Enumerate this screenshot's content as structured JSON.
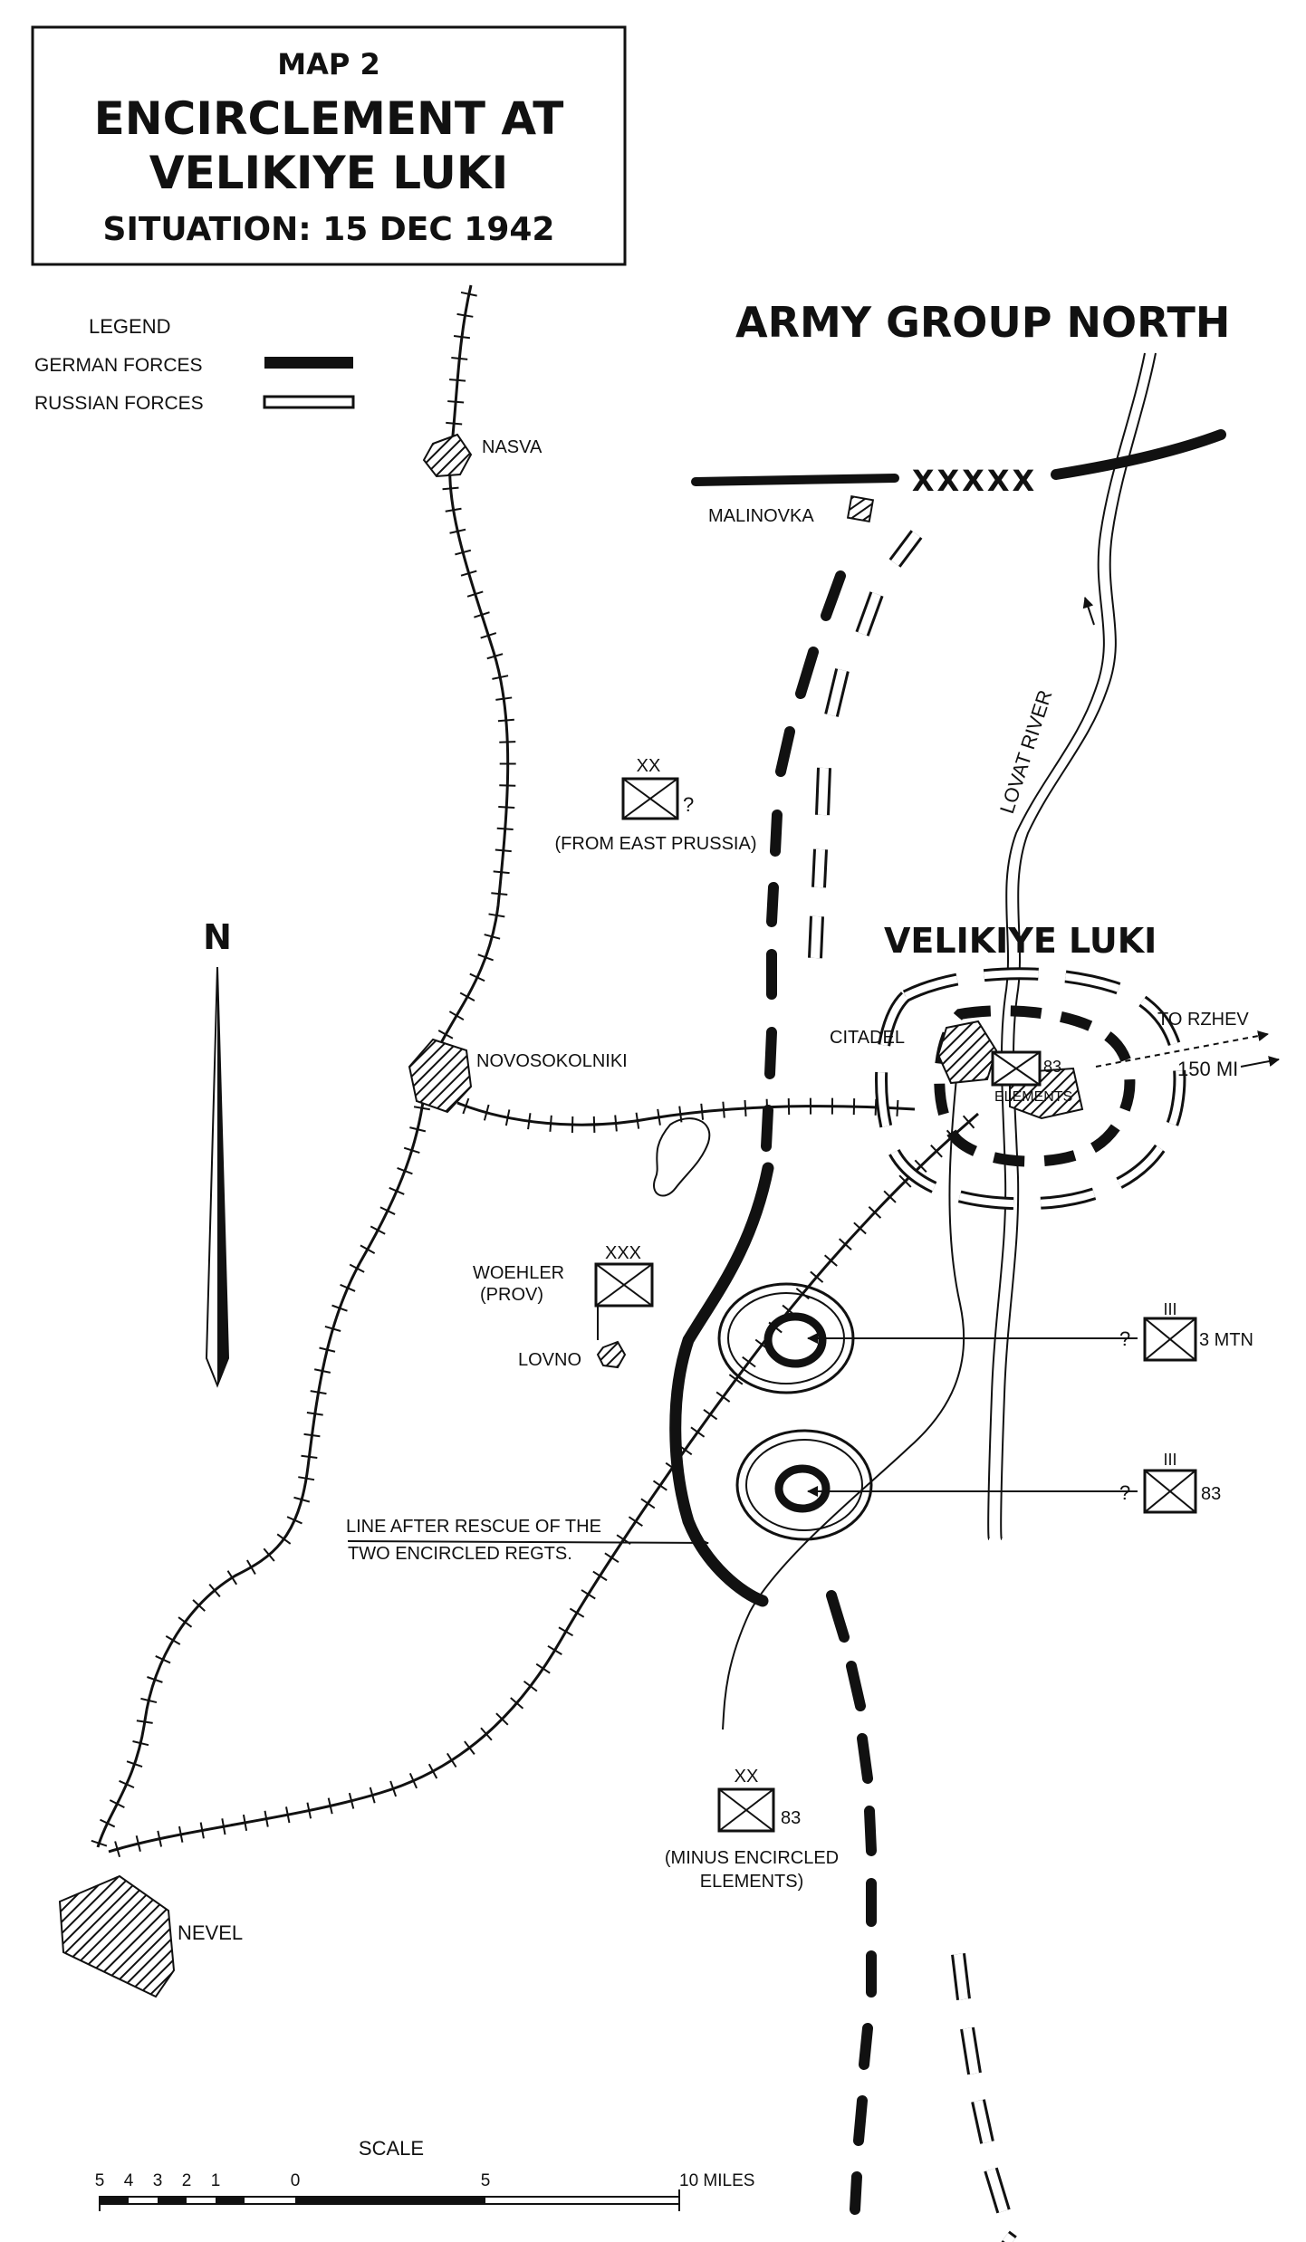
{
  "title": {
    "map_no": "MAP 2",
    "line1": "ENCIRCLEMENT AT",
    "line2": "VELIKIYE LUKI",
    "situation": "SITUATION: 15 DEC 1942"
  },
  "legend": {
    "heading": "LEGEND",
    "german": "GERMAN FORCES",
    "russian": "RUSSIAN FORCES"
  },
  "army_group": "ARMY GROUP NORTH",
  "boundary_symbol": "XXXXX",
  "places": {
    "nasva": "NASVA",
    "malinovka": "MALINOVKA",
    "novosokolniki": "NOVOSOKOLNIKI",
    "velikiye_luki": "VELIKIYE LUKI",
    "citadel": "CITADEL",
    "lovno": "LOVNO",
    "nevel": "NEVEL"
  },
  "river": "LOVAT RIVER",
  "to_rzhev": "TO RZHEV",
  "distance": "150 MI",
  "north": "N",
  "units": {
    "east_prussia_echelon": "XX",
    "east_prussia_q": "?",
    "east_prussia_note": "(FROM EAST PRUSSIA)",
    "woehler_echelon": "XXX",
    "woehler_name": "WOEHLER",
    "woehler_prov": "(PROV)",
    "garrison_number": "83",
    "garrison_note": "ELEMENTS",
    "mtn_echelon": "III",
    "mtn_q": "?",
    "mtn_number": "3 MTN",
    "regt83_echelon": "III",
    "regt83_q": "?",
    "regt83_number": "83",
    "div83_echelon": "XX",
    "div83_number": "83",
    "div83_note1": "(MINUS ENCIRCLED",
    "div83_note2": "ELEMENTS)"
  },
  "annotation": {
    "line1": "LINE AFTER RESCUE OF THE",
    "line2": "TWO ENCIRCLED REGTS."
  },
  "scale": {
    "heading": "SCALE",
    "ticks": [
      "5",
      "4",
      "3",
      "2",
      "1",
      "0",
      "5",
      "10 MILES"
    ]
  },
  "colors": {
    "ink": "#111111",
    "paper": "#ffffff"
  }
}
